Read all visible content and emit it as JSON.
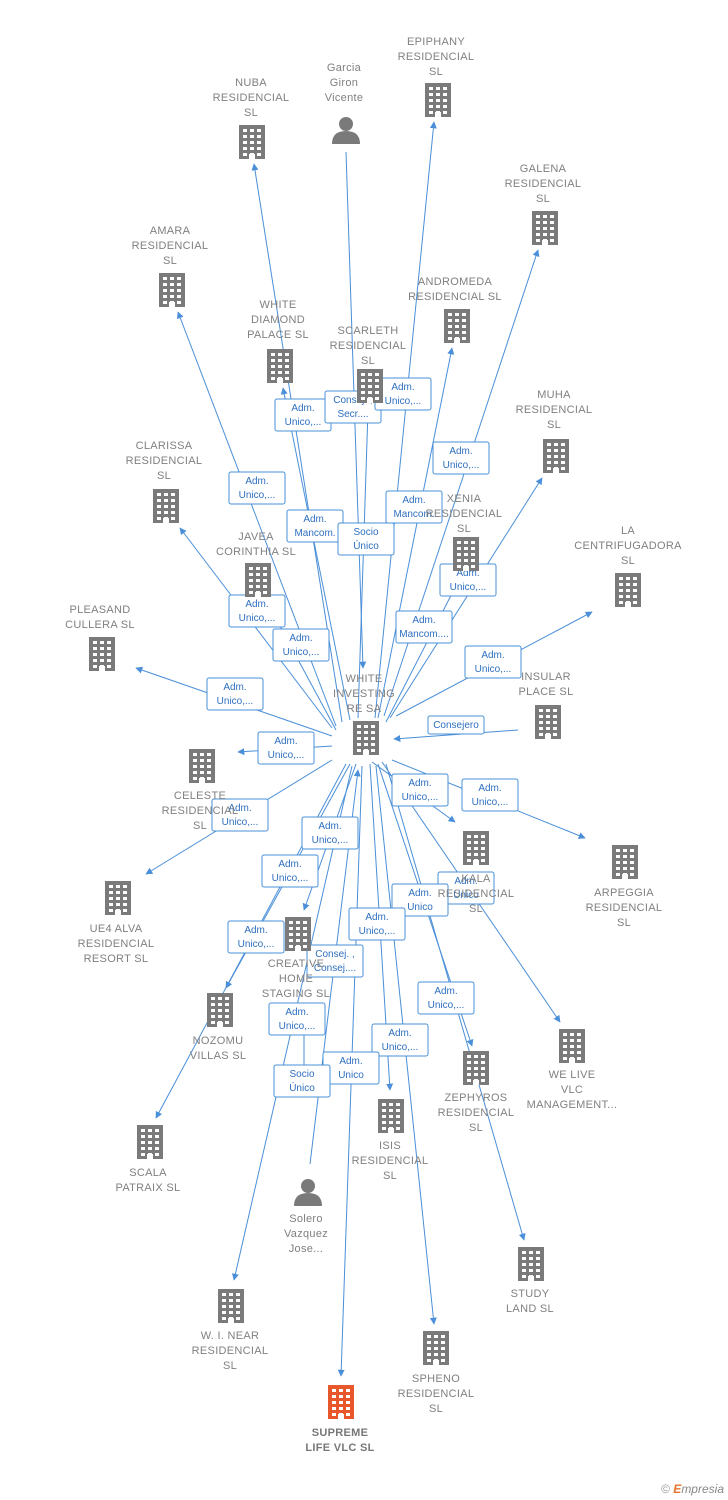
{
  "center": "n_white",
  "nodes": [
    {
      "id": "n_white",
      "label": [
        "WHITE",
        "INVESTING",
        "RE SA"
      ],
      "type": "company"
    },
    {
      "id": "n_nuba",
      "label": [
        "NUBA",
        "RESIDENCIAL",
        "SL"
      ],
      "type": "company"
    },
    {
      "id": "n_garcia",
      "label": [
        "Garcia",
        "Giron",
        "Vicente"
      ],
      "type": "person"
    },
    {
      "id": "n_epiphany",
      "label": [
        "EPIPHANY",
        "RESIDENCIAL",
        "SL"
      ],
      "type": "company"
    },
    {
      "id": "n_galena",
      "label": [
        "GALENA",
        "RESIDENCIAL",
        "SL"
      ],
      "type": "company"
    },
    {
      "id": "n_amara",
      "label": [
        "AMARA",
        "RESIDENCIAL",
        "SL"
      ],
      "type": "company"
    },
    {
      "id": "n_andromeda",
      "label": [
        "ANDROMEDA",
        "RESIDENCIAL SL"
      ],
      "type": "company"
    },
    {
      "id": "n_whitediamond",
      "label": [
        "WHITE",
        "DIAMOND",
        "PALACE SL"
      ],
      "type": "company"
    },
    {
      "id": "n_scarleth",
      "label": [
        "SCARLETH",
        "RESIDENCIAL",
        "SL"
      ],
      "type": "company"
    },
    {
      "id": "n_muha",
      "label": [
        "MUHA",
        "RESIDENCIAL",
        "SL"
      ],
      "type": "company"
    },
    {
      "id": "n_clarissa",
      "label": [
        "CLARISSA",
        "RESIDENCIAL",
        "SL"
      ],
      "type": "company"
    },
    {
      "id": "n_xenia",
      "label": [
        "XENIA",
        "RESIDENCIAL",
        "SL"
      ],
      "type": "company"
    },
    {
      "id": "n_centrifugadora",
      "label": [
        "LA",
        "CENTRIFUGADORA",
        "SL"
      ],
      "type": "company"
    },
    {
      "id": "n_javea",
      "label": [
        "JAVEA",
        "CORINTHIA SL"
      ],
      "type": "company"
    },
    {
      "id": "n_pleasand",
      "label": [
        "PLEASAND",
        "CULLERA SL"
      ],
      "type": "company"
    },
    {
      "id": "n_insular",
      "label": [
        "INSULAR",
        "PLACE SL"
      ],
      "type": "company"
    },
    {
      "id": "n_celeste",
      "label": [
        "CELESTE",
        "RESIDENCIAL",
        "SL"
      ],
      "type": "company"
    },
    {
      "id": "n_kala",
      "label": [
        "KALA",
        "RESIDENCIAL",
        "SL"
      ],
      "type": "company"
    },
    {
      "id": "n_arpeggia",
      "label": [
        "ARPEGGIA",
        "RESIDENCIAL",
        "SL"
      ],
      "type": "company"
    },
    {
      "id": "n_ue4",
      "label": [
        "UE4 ALVA",
        "RESIDENCIAL",
        "RESORT SL"
      ],
      "type": "company"
    },
    {
      "id": "n_creative",
      "label": [
        "CREATIVE",
        "HOME",
        "STAGING SL"
      ],
      "type": "company"
    },
    {
      "id": "n_nozomu",
      "label": [
        "NOZOMU",
        "VILLAS SL"
      ],
      "type": "company"
    },
    {
      "id": "n_wearelive",
      "label": [
        "WE LIVE",
        "VLC",
        "MANAGEMENT..."
      ],
      "type": "company"
    },
    {
      "id": "n_zephyros",
      "label": [
        "ZEPHYROS",
        "RESIDENCIAL",
        "SL"
      ],
      "type": "company"
    },
    {
      "id": "n_scala",
      "label": [
        "SCALA",
        "PATRAIX SL"
      ],
      "type": "company"
    },
    {
      "id": "n_isis",
      "label": [
        "ISIS",
        "RESIDENCIAL",
        "SL"
      ],
      "type": "company"
    },
    {
      "id": "n_solero",
      "label": [
        "Solero",
        "Vazquez",
        "Jose..."
      ],
      "type": "person"
    },
    {
      "id": "n_study",
      "label": [
        "STUDY",
        "LAND SL"
      ],
      "type": "company"
    },
    {
      "id": "n_wnear",
      "label": [
        "W. I. NEAR",
        "RESIDENCIAL",
        "SL"
      ],
      "type": "company"
    },
    {
      "id": "n_spheno",
      "label": [
        "SPHENO",
        "RESIDENCIAL",
        "SL"
      ],
      "type": "company"
    },
    {
      "id": "n_supreme",
      "label": [
        "SUPREME",
        "LIFE VLC SL"
      ],
      "type": "company",
      "highlight": true
    }
  ],
  "edges": [
    {
      "from": "n_white",
      "to": "n_nuba",
      "label": [
        "Adm.",
        "Unico,..."
      ]
    },
    {
      "from": "n_garcia",
      "to": "n_white",
      "label": [
        "Consej. ,",
        "Secr...."
      ]
    },
    {
      "from": "n_white",
      "to": "n_epiphany",
      "label": [
        "Adm.",
        "Unico,..."
      ]
    },
    {
      "from": "n_white",
      "to": "n_galena",
      "label": [
        "Adm.",
        "Unico,..."
      ]
    },
    {
      "from": "n_white",
      "to": "n_amara",
      "label": [
        "Adm.",
        "Unico,..."
      ]
    },
    {
      "from": "n_white",
      "to": "n_andromeda",
      "label": [
        "Adm.",
        "Mancom."
      ]
    },
    {
      "from": "n_white",
      "to": "n_whitediamond",
      "label": [
        "Adm.",
        "Mancom."
      ]
    },
    {
      "from": "n_white",
      "to": "n_scarleth",
      "label": [
        "Socio",
        "Único"
      ]
    },
    {
      "from": "n_white",
      "to": "n_muha",
      "label": [
        "Adm.",
        "Unico,..."
      ]
    },
    {
      "from": "n_white",
      "to": "n_clarissa",
      "label": [
        "Adm.",
        "Unico,..."
      ]
    },
    {
      "from": "n_white",
      "to": "n_xenia",
      "label": [
        "Adm.",
        "Mancom...."
      ]
    },
    {
      "from": "n_white",
      "to": "n_centrifugadora",
      "label": [
        "Adm.",
        "Unico,..."
      ]
    },
    {
      "from": "n_white",
      "to": "n_javea",
      "label": [
        "Adm.",
        "Unico,..."
      ]
    },
    {
      "from": "n_white",
      "to": "n_pleasand",
      "label": [
        "Adm.",
        "Unico,..."
      ]
    },
    {
      "from": "n_insular",
      "to": "n_white",
      "label": [
        "Consejero"
      ]
    },
    {
      "from": "n_white",
      "to": "n_celeste",
      "label": [
        "Adm.",
        "Unico,..."
      ]
    },
    {
      "from": "n_white",
      "to": "n_kala",
      "label": [
        "Adm.",
        "Unico,..."
      ]
    },
    {
      "from": "n_white",
      "to": "n_arpeggia",
      "label": [
        "Adm.",
        "Unico,..."
      ]
    },
    {
      "from": "n_white",
      "to": "n_ue4",
      "label": [
        "Adm.",
        "Unico,..."
      ]
    },
    {
      "from": "n_white",
      "to": "n_creative",
      "label": [
        "Adm.",
        "Unico,..."
      ]
    },
    {
      "from": "n_white",
      "to": "n_nozomu",
      "label": [
        "Adm.",
        "Unico,..."
      ]
    },
    {
      "from": "n_white",
      "to": "n_wearelive",
      "label": [
        "Adm.",
        "Unico"
      ]
    },
    {
      "from": "n_white",
      "to": "n_zephyros",
      "label": [
        "Adm.",
        "Unico"
      ]
    },
    {
      "from": "n_white",
      "to": "n_scala",
      "label": [
        "Adm.",
        "Unico,..."
      ]
    },
    {
      "from": "n_white",
      "to": "n_isis",
      "label": [
        "Adm.",
        "Unico,..."
      ]
    },
    {
      "from": "n_solero",
      "to": "n_white",
      "label": [
        "Consej. ,",
        "Consej...."
      ]
    },
    {
      "from": "n_white",
      "to": "n_study",
      "label": [
        "Adm.",
        "Unico,..."
      ]
    },
    {
      "from": "n_white",
      "to": "n_wnear",
      "label": [
        "Adm.",
        "Unico,..."
      ]
    },
    {
      "from": "n_white",
      "to": "n_spheno",
      "label": [
        "Adm.",
        "Unico,..."
      ]
    },
    {
      "from": "n_white",
      "to": "n_supreme",
      "label": [
        "Adm.",
        "Unico"
      ]
    },
    {
      "from": "n_solero",
      "to": "n_supreme",
      "label": [
        "Socio",
        "Único"
      ]
    },
    {
      "from": "n_white",
      "to": "n_amara",
      "label": [
        "Adm.",
        "Unico,..."
      ]
    }
  ],
  "footer": {
    "copyright": "©",
    "brand_e": "E",
    "brand": "mpresia"
  },
  "colors": {
    "node": "#7a7a7a",
    "highlight": "#e8562b",
    "edge": "#4a8fd8"
  }
}
